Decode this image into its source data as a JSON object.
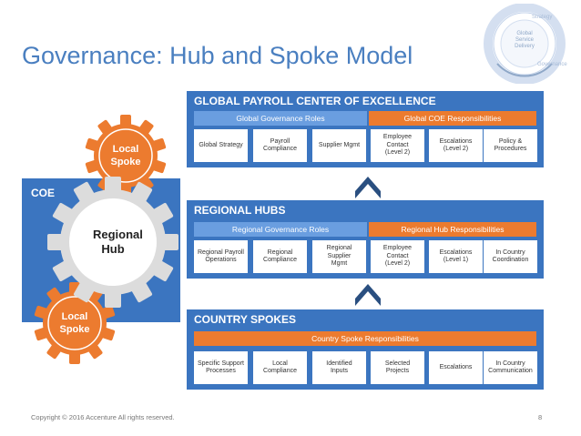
{
  "title": "Governance: Hub and Spoke Model",
  "badge": {
    "center": [
      "Global",
      "Service",
      "Delivery"
    ],
    "ring": [
      "Strategy",
      "Governance"
    ]
  },
  "left": {
    "coe": "COE",
    "hub": [
      "Regional",
      "Hub"
    ],
    "spoke_top": [
      "Local",
      "Spoke"
    ],
    "spoke_bottom": [
      "Local",
      "Spoke"
    ]
  },
  "panels": [
    {
      "title": "GLOBAL PAYROLL CENTER OF EXCELLENCE",
      "bars": [
        {
          "label": "Global Governance Roles",
          "color": "blue"
        },
        {
          "label": "Global COE Responsibilities",
          "color": "orange"
        }
      ],
      "cells": [
        [
          "Global Strategy"
        ],
        [
          "Payroll",
          "Compliance"
        ],
        [
          "Supplier Mgmt"
        ],
        [
          "Employee Contact",
          "(Level 2)"
        ],
        [
          "Escalations",
          "(Level 2)"
        ],
        [
          "Policy &",
          "Procedures"
        ]
      ]
    },
    {
      "title": "REGIONAL HUBS",
      "bars": [
        {
          "label": "Regional Governance Roles",
          "color": "blue"
        },
        {
          "label": "Regional Hub Responsibilities",
          "color": "orange"
        }
      ],
      "cells": [
        [
          "Regional Payroll",
          "Operations"
        ],
        [
          "Regional",
          "Compliance"
        ],
        [
          "Regional Supplier",
          "Mgmt"
        ],
        [
          "Employee Contact",
          "(Level 2)"
        ],
        [
          "Escalations",
          "(Level 1)"
        ],
        [
          "In Country",
          "Coordination"
        ]
      ]
    },
    {
      "title": "COUNTRY SPOKES",
      "bars": [
        {
          "label": "Country Spoke Responsibilities",
          "color": "orange"
        }
      ],
      "cells": [
        [
          "Specific Support",
          "Processes"
        ],
        [
          "Local",
          "Compliance"
        ],
        [
          "Identified",
          "Inputs"
        ],
        [
          "Selected",
          "Projects"
        ],
        [
          "Escalations"
        ],
        [
          "In Country",
          "Communication"
        ]
      ]
    }
  ],
  "footer": "Copyright © 2016 Accenture  All rights reserved.",
  "page_number": "8",
  "colors": {
    "blue": "#3b75c0",
    "light_blue": "#6a9ee0",
    "orange": "#ec7b2f"
  }
}
